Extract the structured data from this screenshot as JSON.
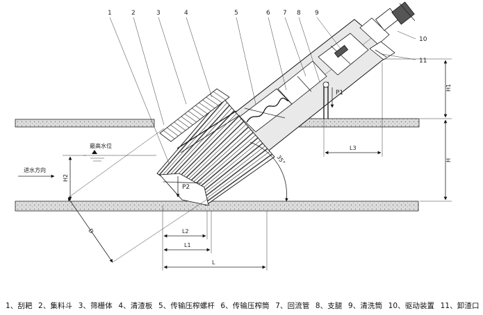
{
  "part_numbers": [
    "1",
    "2",
    "3",
    "4",
    "5",
    "6",
    "7",
    "8",
    "9",
    "10",
    "11"
  ],
  "annotations": {
    "max_water_level": "最高水位",
    "inflow_direction": "进水方向",
    "angle": "35°",
    "p1": "P1",
    "p2": "P2"
  },
  "dimensions": {
    "H": "H",
    "H1": "H1",
    "H2": "H2",
    "L": "L",
    "L1": "L1",
    "L2": "L2",
    "L3": "L3",
    "D": "D"
  },
  "legend": [
    "1、刮耙",
    "2、集料斗",
    "3、筛栅体",
    "4、清渣板",
    "5、传输压榨螺杆",
    "6、传输压榨筒",
    "7、回流管",
    "8、支腿",
    "9、清洗筒",
    "10、驱动装置",
    "11、卸渣口"
  ]
}
